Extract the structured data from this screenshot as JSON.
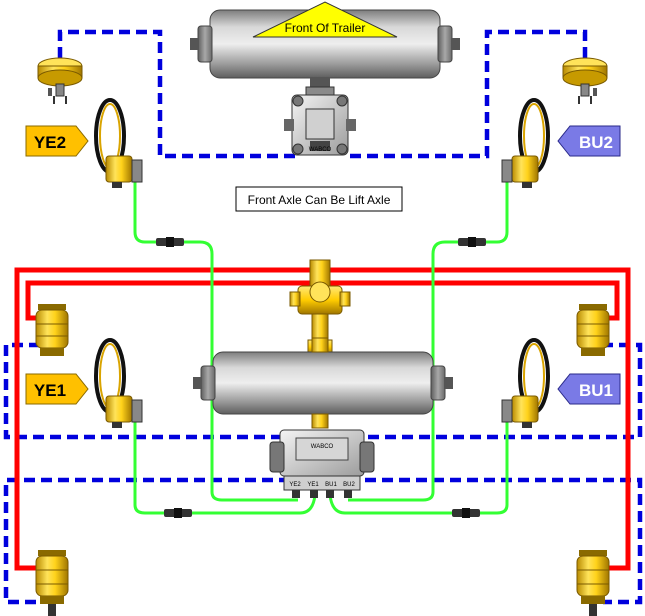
{
  "diagram": {
    "front_label": "Front Of Trailer",
    "note": "Front Axle Can Be Lift Axle",
    "tags": {
      "ye2": "YE2",
      "bu2": "BU2",
      "ye1": "YE1",
      "bu1": "BU1"
    },
    "valve_brand": "WABCO",
    "ports": [
      "YE2",
      "YE1",
      "BU1",
      "BU2"
    ],
    "colors": {
      "red_line": "#ff0000",
      "blue_dashed_line": "#0000dd",
      "green_line": "#33ff33",
      "yellow_tag": "#ffc000",
      "blue_tag": "#7a7ae6",
      "tank_gray": "#b5b5b5",
      "component_yellow": "#ffd21a"
    },
    "icons": [
      "air-tank-icon",
      "brake-chamber-icon",
      "air-bag-icon",
      "abs-sensor-icon",
      "modulator-valve-icon",
      "relay-valve-icon",
      "levelling-valve-icon"
    ]
  }
}
